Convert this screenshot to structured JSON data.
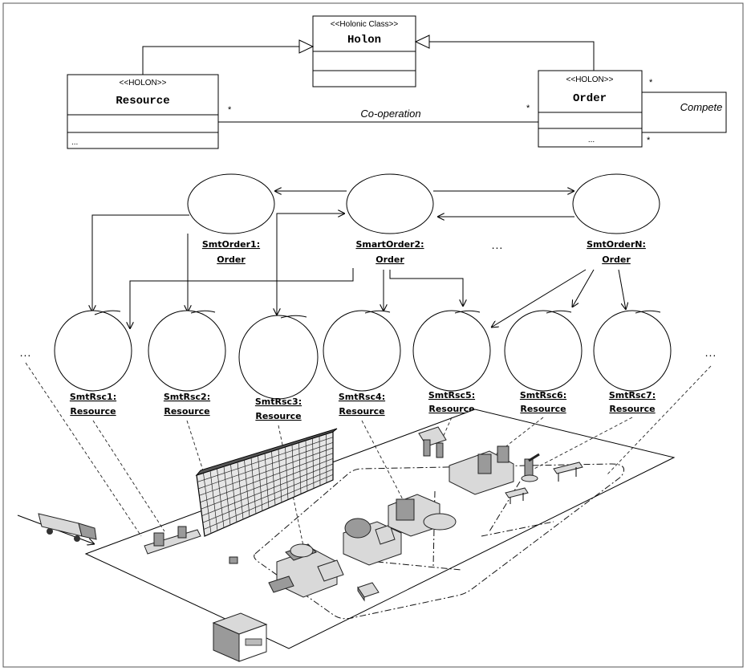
{
  "uml": {
    "holon": {
      "stereotype": "<<Holonic Class>>",
      "name": "Holon"
    },
    "resource": {
      "stereotype": "<<HOLON>>",
      "name": "Resource",
      "ellipsis": "..."
    },
    "order": {
      "stereotype": "<<HOLON>>",
      "name": "Order",
      "ellipsis": "..."
    },
    "cooperation": {
      "label": "Co-operation",
      "mult_left": "*",
      "mult_right": "*"
    },
    "compete": {
      "label": "Compete",
      "mult_top": "*",
      "mult_bottom": "*"
    }
  },
  "orders": [
    {
      "name": "SmtOrder1:",
      "cls": "Order"
    },
    {
      "name": "SmartOrder2:",
      "cls": "Order"
    },
    {
      "name": "SmtOrderN:",
      "cls": "Order"
    }
  ],
  "order_ellipsis": "...",
  "resources": [
    {
      "name": "SmtRsc1:",
      "cls": "Resource"
    },
    {
      "name": "SmtRsc2:",
      "cls": "Resource"
    },
    {
      "name": "SmtRsc3:",
      "cls": "Resource"
    },
    {
      "name": "SmtRsc4:",
      "cls": "Resource"
    },
    {
      "name": "SmtRsc5:",
      "cls": "Resource"
    },
    {
      "name": "SmtRsc6:",
      "cls": "Resource"
    },
    {
      "name": "SmtRsc7:",
      "cls": "Resource"
    }
  ],
  "resource_ellipsis_left": "...",
  "resource_ellipsis_right": "..."
}
